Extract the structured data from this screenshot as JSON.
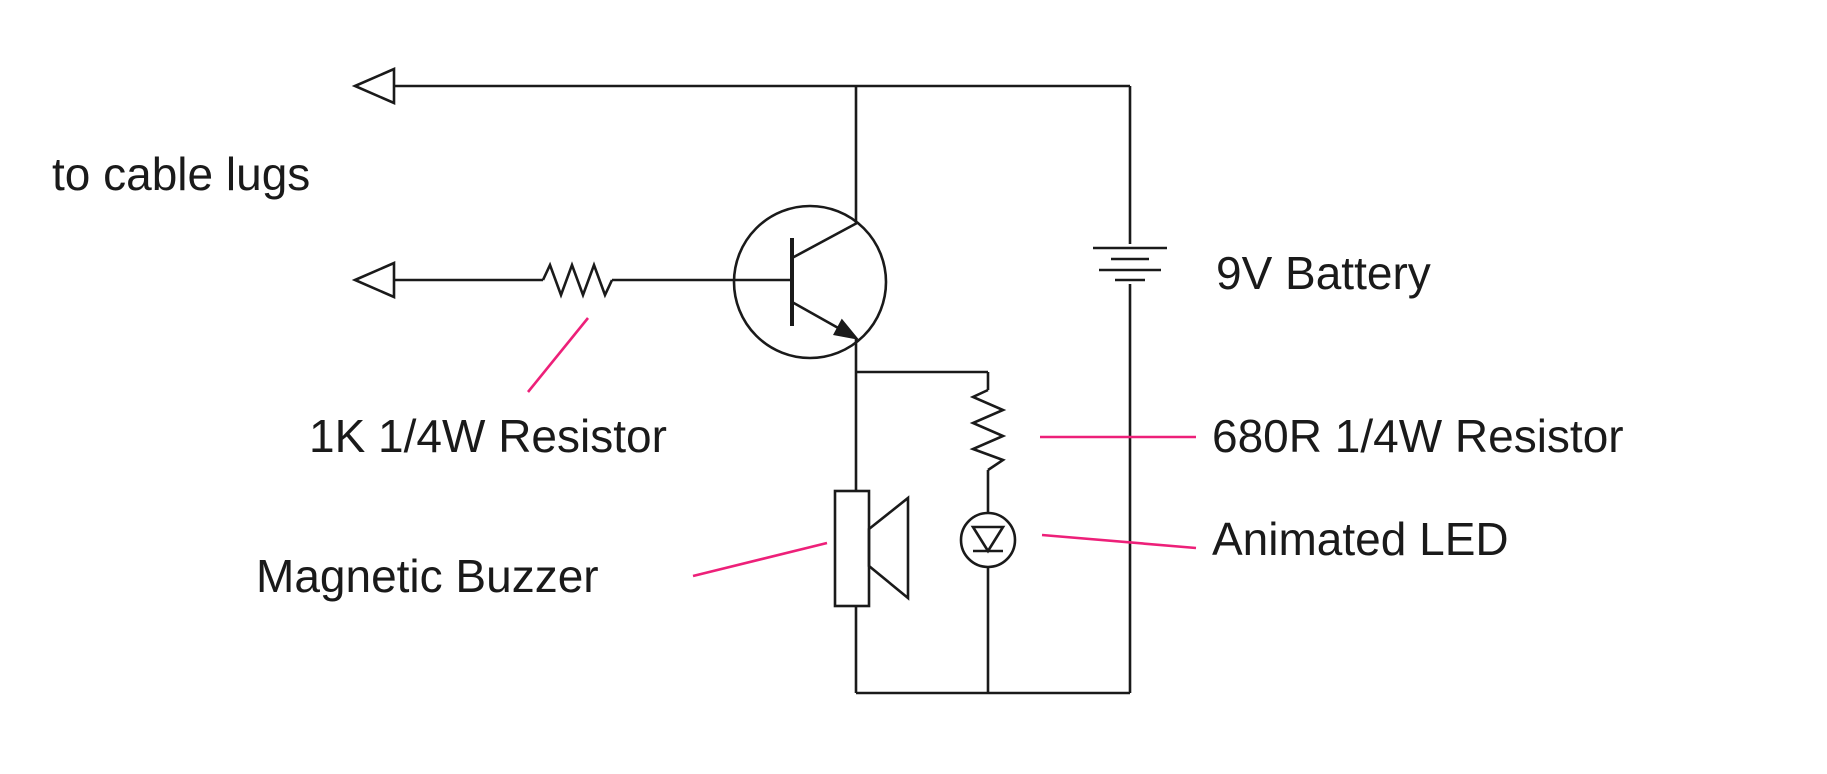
{
  "diagram": {
    "type": "circuit-schematic",
    "labels": {
      "cable_lugs": "to cable lugs",
      "resistor_1k": "1K 1/4W Resistor",
      "buzzer": "Magnetic Buzzer",
      "battery": "9V Battery",
      "resistor_680r": "680R 1/4W Resistor",
      "led": "Animated LED"
    }
  },
  "colors": {
    "line": "#1a1a1a",
    "leader": "#ed2079",
    "text": "#1a1a1a",
    "background": "#ffffff"
  }
}
